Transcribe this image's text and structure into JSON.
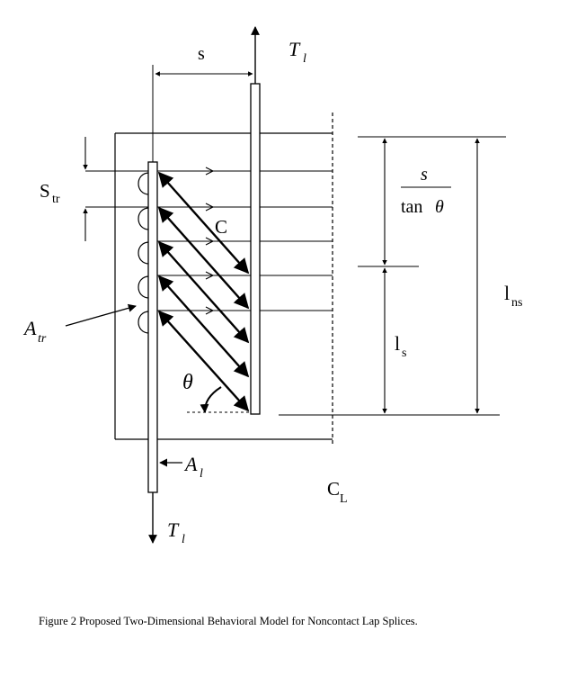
{
  "labels": {
    "s_top": "s",
    "T_top_main": "T",
    "T_top_sub": "l",
    "S_tr_main": "S",
    "S_tr_sub": "tr",
    "C_strut": "C",
    "A_tr_main": "A",
    "A_tr_sub": "tr",
    "theta": "θ",
    "frac_num": "s",
    "frac_den_tan": "tan",
    "frac_den_theta": "θ",
    "l_ns_main": "l",
    "l_ns_sub": "ns",
    "l_s_main": "l",
    "l_s_sub": "s",
    "A_l_main": "A",
    "A_l_sub": "l",
    "C_L_main": "C",
    "C_L_sub": "L",
    "T_bot_main": "T",
    "T_bot_sub": "l"
  },
  "caption": "Figure 2 Proposed Two-Dimensional Behavioral Model for Noncontact Lap Splices."
}
